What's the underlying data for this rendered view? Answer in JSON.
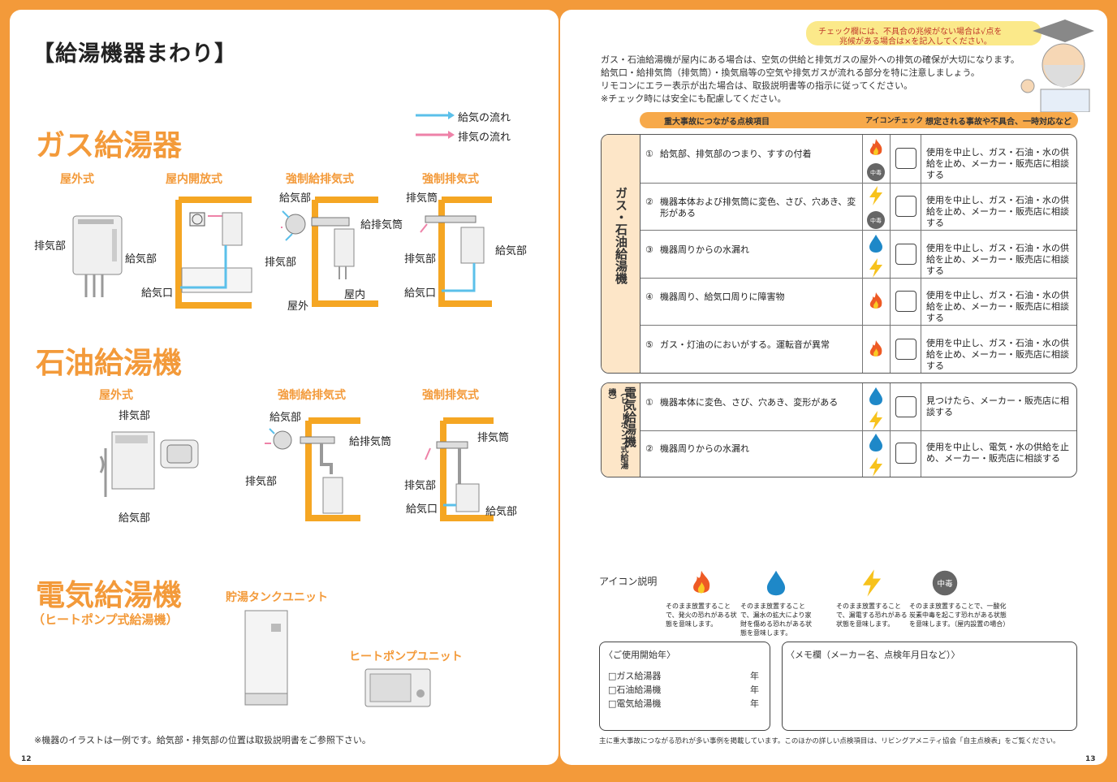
{
  "left": {
    "title": "【給湯機器まわり】",
    "legend": {
      "supply": "給気の流れ",
      "exhaust": "排気の流れ"
    },
    "gas": {
      "heading": "ガス給湯器",
      "types": [
        "屋外式",
        "屋内開放式",
        "強制給排気式",
        "強制排気式"
      ],
      "labels": {
        "outdoor_exhaust": "排気部",
        "outdoor_supply": "給気部",
        "indoor_inlet": "給気口",
        "ff_supply": "給気部",
        "ff_pipe": "給排気筒",
        "ff_exhaust": "排気部",
        "ff_outside": "屋外",
        "ff_inside": "屋内",
        "fe_pipe": "排気筒",
        "fe_exhaust": "排気部",
        "fe_supply": "給気部",
        "fe_inlet": "給気口"
      }
    },
    "oil": {
      "heading": "石油給湯機",
      "types": [
        "屋外式",
        "強制給排気式",
        "強制排気式"
      ],
      "labels": {
        "outdoor_exhaust": "排気部",
        "outdoor_supply": "給気部",
        "ff_supply": "給気部",
        "ff_pipe": "給排気筒",
        "ff_exhaust": "排気部",
        "fe_pipe": "排気筒",
        "fe_exhaust": "排気部",
        "fe_inlet": "給気口",
        "fe_supply": "給気部"
      }
    },
    "electric": {
      "heading": "電気給湯機",
      "subheading": "（ヒートポンプ式給湯機）",
      "tank": "貯湯タンクユニット",
      "heatpump": "ヒートポンプユニット"
    },
    "note": "※機器のイラストは一例です。給気部・排気部の位置は取扱説明書をご参照下さい。",
    "page": "12"
  },
  "right": {
    "bubble": [
      "チェック欄には、不具合の兆候がない場合は√点を",
      "兆候がある場合は×を記入してください。"
    ],
    "intro": [
      "ガス・石油給湯機が屋内にある場合は、空気の供給と排気ガスの屋外への排気の確保が大切になります。",
      "給気口・給排気筒（排気筒）・換気扇等の空気や排気ガスが流れる部分を特に注意しましょう。",
      "リモコンにエラー表示が出た場合は、取扱説明書等の指示に従ってください。",
      "※チェック時には安全にも配慮してください。"
    ],
    "table_header": {
      "item": "重大事故につながる点検項目",
      "icon": "アイコン",
      "check": "チェック",
      "action": "想定される事故や不具合、一時対応など"
    },
    "gas_oil_group": "ガス・石油給湯機",
    "gas_oil_rows": [
      {
        "num": "①",
        "text": "給気部、排気部のつまり、すすの付着",
        "action": "使用を中止し、ガス・石油・水の供給を止め、メーカー・販売店に相談する",
        "icons": [
          "fire-icon",
          "co-poison-icon"
        ]
      },
      {
        "num": "②",
        "text": "機器本体および排気筒に変色、さび、穴あき、変形がある",
        "action": "使用を中止し、ガス・石油・水の供給を止め、メーカー・販売店に相談する",
        "icons": [
          "lightning-icon",
          "co-poison-icon"
        ]
      },
      {
        "num": "③",
        "text": "機器周りからの水漏れ",
        "action": "使用を中止し、ガス・石油・水の供給を止め、メーカー・販売店に相談する",
        "icons": [
          "water-icon",
          "lightning-icon"
        ]
      },
      {
        "num": "④",
        "text": "機器周り、給気口周りに障害物",
        "action": "使用を中止し、ガス・石油・水の供給を止め、メーカー・販売店に相談する",
        "icons": [
          "fire-icon"
        ]
      },
      {
        "num": "⑤",
        "text": "ガス・灯油のにおいがする。運転音が異常",
        "action": "使用を中止し、ガス・石油・水の供給を止め、メーカー・販売店に相談する",
        "icons": [
          "fire-icon"
        ]
      }
    ],
    "elec_group": "電気給湯機",
    "elec_group_sub": "（ヒートポンプ式給湯機）",
    "elec_rows": [
      {
        "num": "①",
        "text": "機器本体に変色、さび、穴あき、変形がある",
        "action": "見つけたら、メーカー・販売店に相談する",
        "icons": [
          "water-icon",
          "lightning-icon"
        ]
      },
      {
        "num": "②",
        "text": "機器周りからの水漏れ",
        "action": "使用を中止し、電気・水の供給を止め、メーカー・販売店に相談する",
        "icons": [
          "water-icon",
          "lightning-icon"
        ]
      }
    ],
    "icon_legend": {
      "title": "アイコン説明",
      "items": [
        {
          "icon": "fire-icon",
          "text": "そのまま放置することで、発火の恐れがある状態を意味します。"
        },
        {
          "icon": "water-icon",
          "text": "そのまま放置することで、漏水の拡大により家財を傷める恐れがある状態を意味します。"
        },
        {
          "icon": "lightning-icon",
          "text": "そのまま放置することで、漏電する恐れがある状態を意味します。"
        },
        {
          "icon": "co-poison-icon",
          "badge": "中毒",
          "text": "そのまま放置することで、一酸化炭素中毒を起こす恐れがある状態を意味します。（屋内設置の場合）"
        }
      ]
    },
    "usage": {
      "title": "〈ご使用開始年〉",
      "rows": [
        {
          "label": "□ガス給湯器",
          "unit": "年"
        },
        {
          "label": "□石油給湯機",
          "unit": "年"
        },
        {
          "label": "□電気給湯機",
          "unit": "年"
        }
      ]
    },
    "memo": "〈メモ欄（メーカー名、点検年月日など）〉",
    "footer": "主に重大事故につながる恐れが多い事例を掲載しています。このほかの詳しい点検項目は、リビングアメニティ協会「自主点検表」をご覧ください。",
    "page": "13"
  },
  "colors": {
    "orange": "#f39a3a",
    "supply": "#5bc0ea",
    "exhaust": "#ee82a8"
  }
}
